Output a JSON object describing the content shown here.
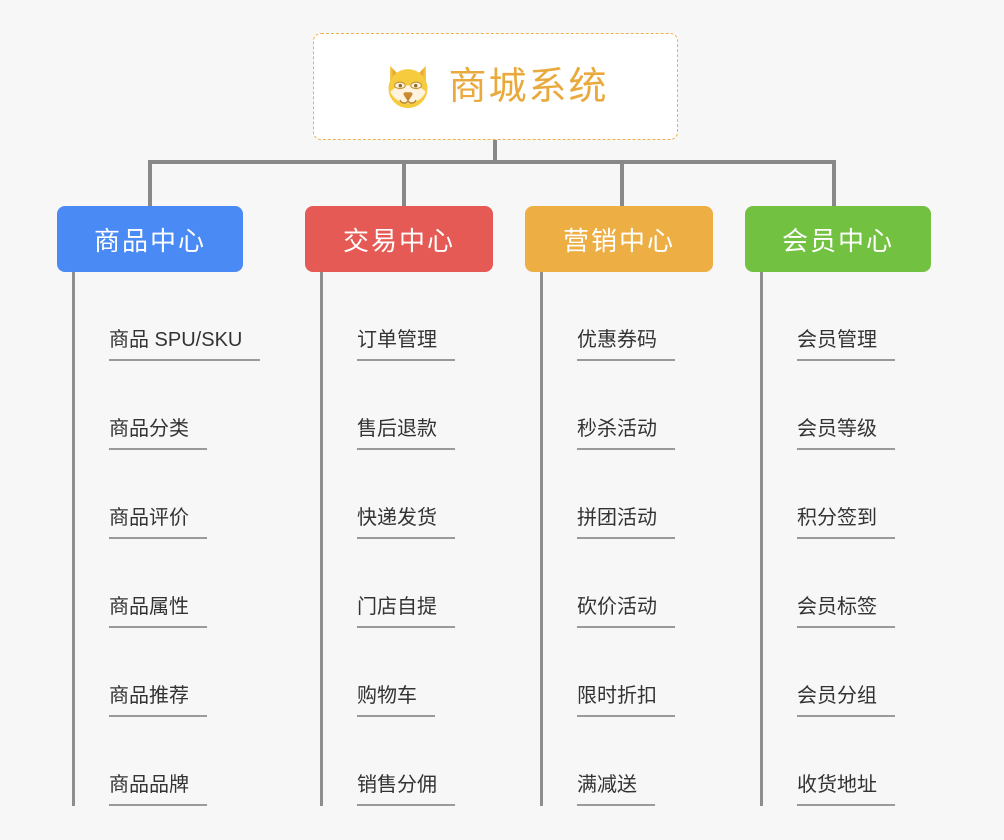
{
  "root": {
    "title": "商城系统",
    "icon": "shiba-dog-icon",
    "border_color": "#edb04a",
    "text_color": "#eaa93c",
    "background": "#ffffff"
  },
  "canvas": {
    "background": "#f7f7f7",
    "connector_color": "#888888"
  },
  "columns": [
    {
      "id": "product-center",
      "label": "商品中心",
      "color": "#4a8af4",
      "items": [
        "商品 SPU/SKU",
        "商品分类",
        "商品评价",
        "商品属性",
        "商品推荐",
        "商品品牌"
      ]
    },
    {
      "id": "trade-center",
      "label": "交易中心",
      "color": "#e55a55",
      "items": [
        "订单管理",
        "售后退款",
        "快递发货",
        "门店自提",
        "购物车",
        "销售分佣"
      ]
    },
    {
      "id": "marketing-center",
      "label": "营销中心",
      "color": "#edae44",
      "items": [
        "优惠券码",
        "秒杀活动",
        "拼团活动",
        "砍价活动",
        "限时折扣",
        "满减送"
      ]
    },
    {
      "id": "member-center",
      "label": "会员中心",
      "color": "#73c141",
      "items": [
        "会员管理",
        "会员等级",
        "积分签到",
        "会员标签",
        "会员分组",
        "收货地址"
      ]
    }
  ],
  "layout": {
    "header_tops": 206,
    "column_lefts": [
      57,
      305,
      525,
      745
    ],
    "header_widths": [
      186,
      188,
      188,
      186
    ],
    "drop_lefts": [
      148,
      402,
      620,
      832
    ]
  }
}
